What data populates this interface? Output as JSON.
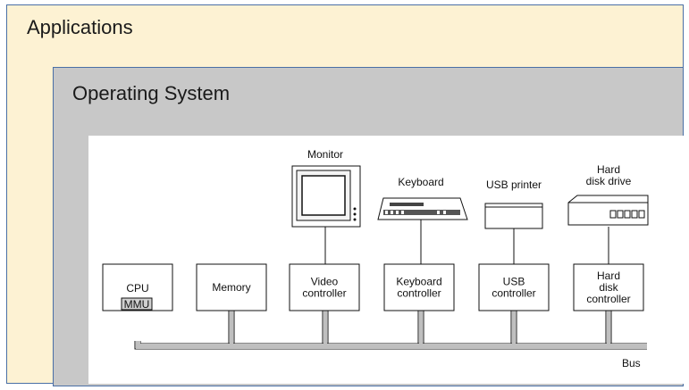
{
  "layers": {
    "applications": "Applications",
    "operating_system": "Operating System"
  },
  "controllers": [
    {
      "id": "cpu",
      "lines": [
        "CPU"
      ]
    },
    {
      "id": "memory",
      "lines": [
        "Memory"
      ]
    },
    {
      "id": "video",
      "lines": [
        "Video",
        "controller"
      ]
    },
    {
      "id": "keyboard",
      "lines": [
        "Keyboard",
        "controller"
      ]
    },
    {
      "id": "usb",
      "lines": [
        "USB",
        "controller"
      ]
    },
    {
      "id": "disk",
      "lines": [
        "Hard",
        "disk",
        "controller"
      ]
    }
  ],
  "mmu_label": "MMU",
  "devices": [
    {
      "id": "monitor",
      "lines": [
        "Monitor"
      ],
      "icon": "monitor-icon"
    },
    {
      "id": "keyboard",
      "lines": [
        "Keyboard"
      ],
      "icon": "keyboard-icon"
    },
    {
      "id": "printer",
      "lines": [
        "USB printer"
      ],
      "icon": "printer-icon"
    },
    {
      "id": "hard-disk",
      "lines": [
        "Hard",
        "disk drive"
      ],
      "icon": "hard-disk-icon"
    }
  ],
  "bus_label": "Bus",
  "colors": {
    "applications_bg": "#fdf2d3",
    "os_bg": "#c8c8c8",
    "border": "#4a6fa5",
    "bus": "#bfbfbf"
  }
}
